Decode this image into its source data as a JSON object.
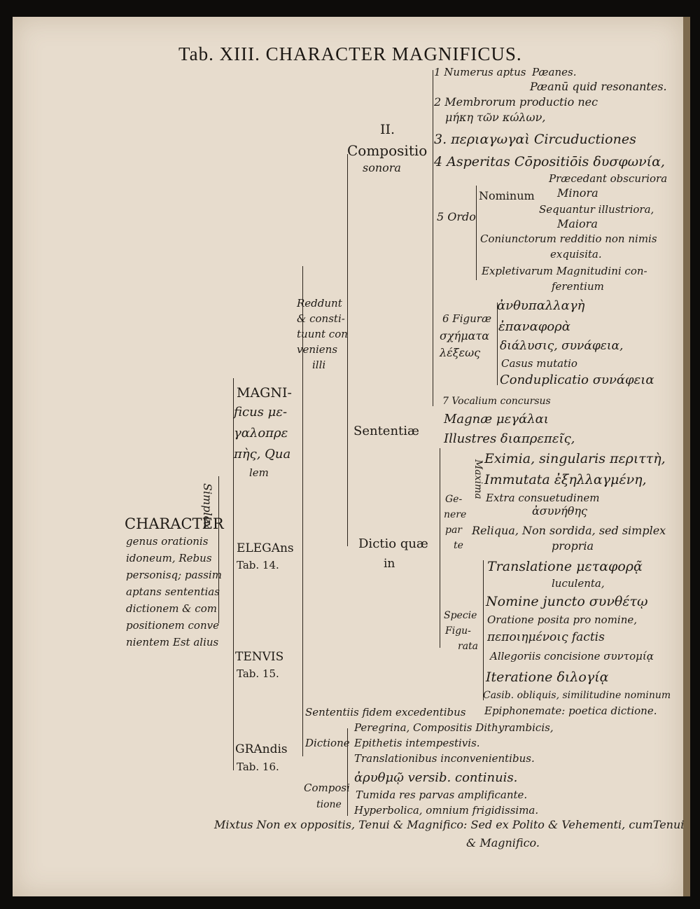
{
  "title": "Tab. XIII. CHARACTER MAGNIFICUS.",
  "root": {
    "heading": "CHARACTER",
    "lines": [
      "genus orationis",
      "idoneum, Rebus",
      "personisq; passim",
      "aptans sententias",
      "dictionem & com",
      "positionem conve",
      "nientem Est alius"
    ]
  },
  "simplex": "Simplex",
  "magnificus": [
    "MAGNI-",
    "ficus με-",
    "γαλοπρε",
    "πὴς, Qua",
    "lem"
  ],
  "elegans": [
    "ELEGAns",
    "Tab. 14."
  ],
  "tenuis": [
    "TENVIS",
    "Tab. 15."
  ],
  "grandis": [
    "GRAndis",
    "Tab. 16."
  ],
  "reddunt": [
    "Reddunt",
    "& consti-",
    "tuunt con",
    "veniens",
    "illi"
  ],
  "compositio": {
    "number": "II.",
    "label": "Compositio",
    "sub": "sonora"
  },
  "sententiae": "Sententiæ",
  "dictio": [
    "Dictio quæ",
    "in"
  ],
  "comp_items": {
    "n1": "1 Numerus aptus",
    "paeanes": "Pæanes.",
    "paean_quid": "Pæanū quid resonantes.",
    "n2": "2 Membrorum productio nec",
    "n2b": "μήκη τῶν κώλων,",
    "n3": "3. περιαγωγαὶ Circuductiones",
    "n4": "4 Asperitas Cōpositiōis δυσφωνία,",
    "nominum": "Nominum",
    "praecedant": "Præcedant obscuriora",
    "minora": "Minora",
    "sequantur": "Sequantur illustriora,",
    "maiora": "Maiora",
    "ordo": "5 Ordo",
    "coniunct": "Coniunctorum redditio non nimis",
    "exquisita": "exquisita.",
    "expletiv": "Expletivarum Magnitudini con-",
    "ferentium": "ferentium",
    "figurae": [
      "6 Figuræ",
      "σχήματα",
      "λέξεως"
    ],
    "fig1": "ἀνθυπαλλαγὴ",
    "fig2": "ἐπαναφορὰ",
    "fig3": "διάλυσις, συνάφεια,",
    "fig4": "Casus mutatio",
    "fig5": "Conduplicatio συνάφεια",
    "n7": "7 Vocalium concursus"
  },
  "sent_items": [
    "Magnæ μεγάλαι",
    "Illustres διαπρεπεῖς,"
  ],
  "genere": {
    "label": [
      "Ge-",
      "nere",
      "par",
      "te"
    ],
    "maxima": "Maxima",
    "items": [
      "Eximia, singularis περιττὴ,",
      "Immutata ἐξηλλαγμένη,",
      "Extra consuetudinem",
      "ἀσυνήθης"
    ],
    "reliqua": "Reliqua, Non sordida, sed simplex",
    "propria": "propria"
  },
  "specie": {
    "label": [
      "Specie",
      "Figu-",
      "rata"
    ],
    "items": [
      "Translatione μεταφορᾷ",
      "luculenta,",
      "Nomine juncto συνθέτῳ",
      "Oratione posita pro nomine,",
      "πεποιημένοις factis",
      "Allegoriis concisione συντομίᾳ",
      "Iteratione διλογίᾳ",
      "Casib. obliquis, similitudine nominum",
      "Epiphonemate: poetica dictione."
    ]
  },
  "vitia": {
    "sententiis": "Sententiis fidem excedentibus",
    "dictione": "Dictione",
    "dict_items": [
      "Peregrina, Compositis Dithyrambicis,",
      "Epithetis intempestivis.",
      "Translationibus inconvenientibus."
    ],
    "compositione": [
      "Composi",
      "tione"
    ],
    "comp_items": [
      "ἀρυθμῷ versib. continuis.",
      "Tumida res parvas amplificante.",
      "Hyperbolica, omnium frigidissima."
    ]
  },
  "mixtus": "Mixtus Non ex oppositis, Tenui & Magnifico: Sed ex Polito & Vehementi, cumTenui",
  "mixtus2": "& Magnifico."
}
